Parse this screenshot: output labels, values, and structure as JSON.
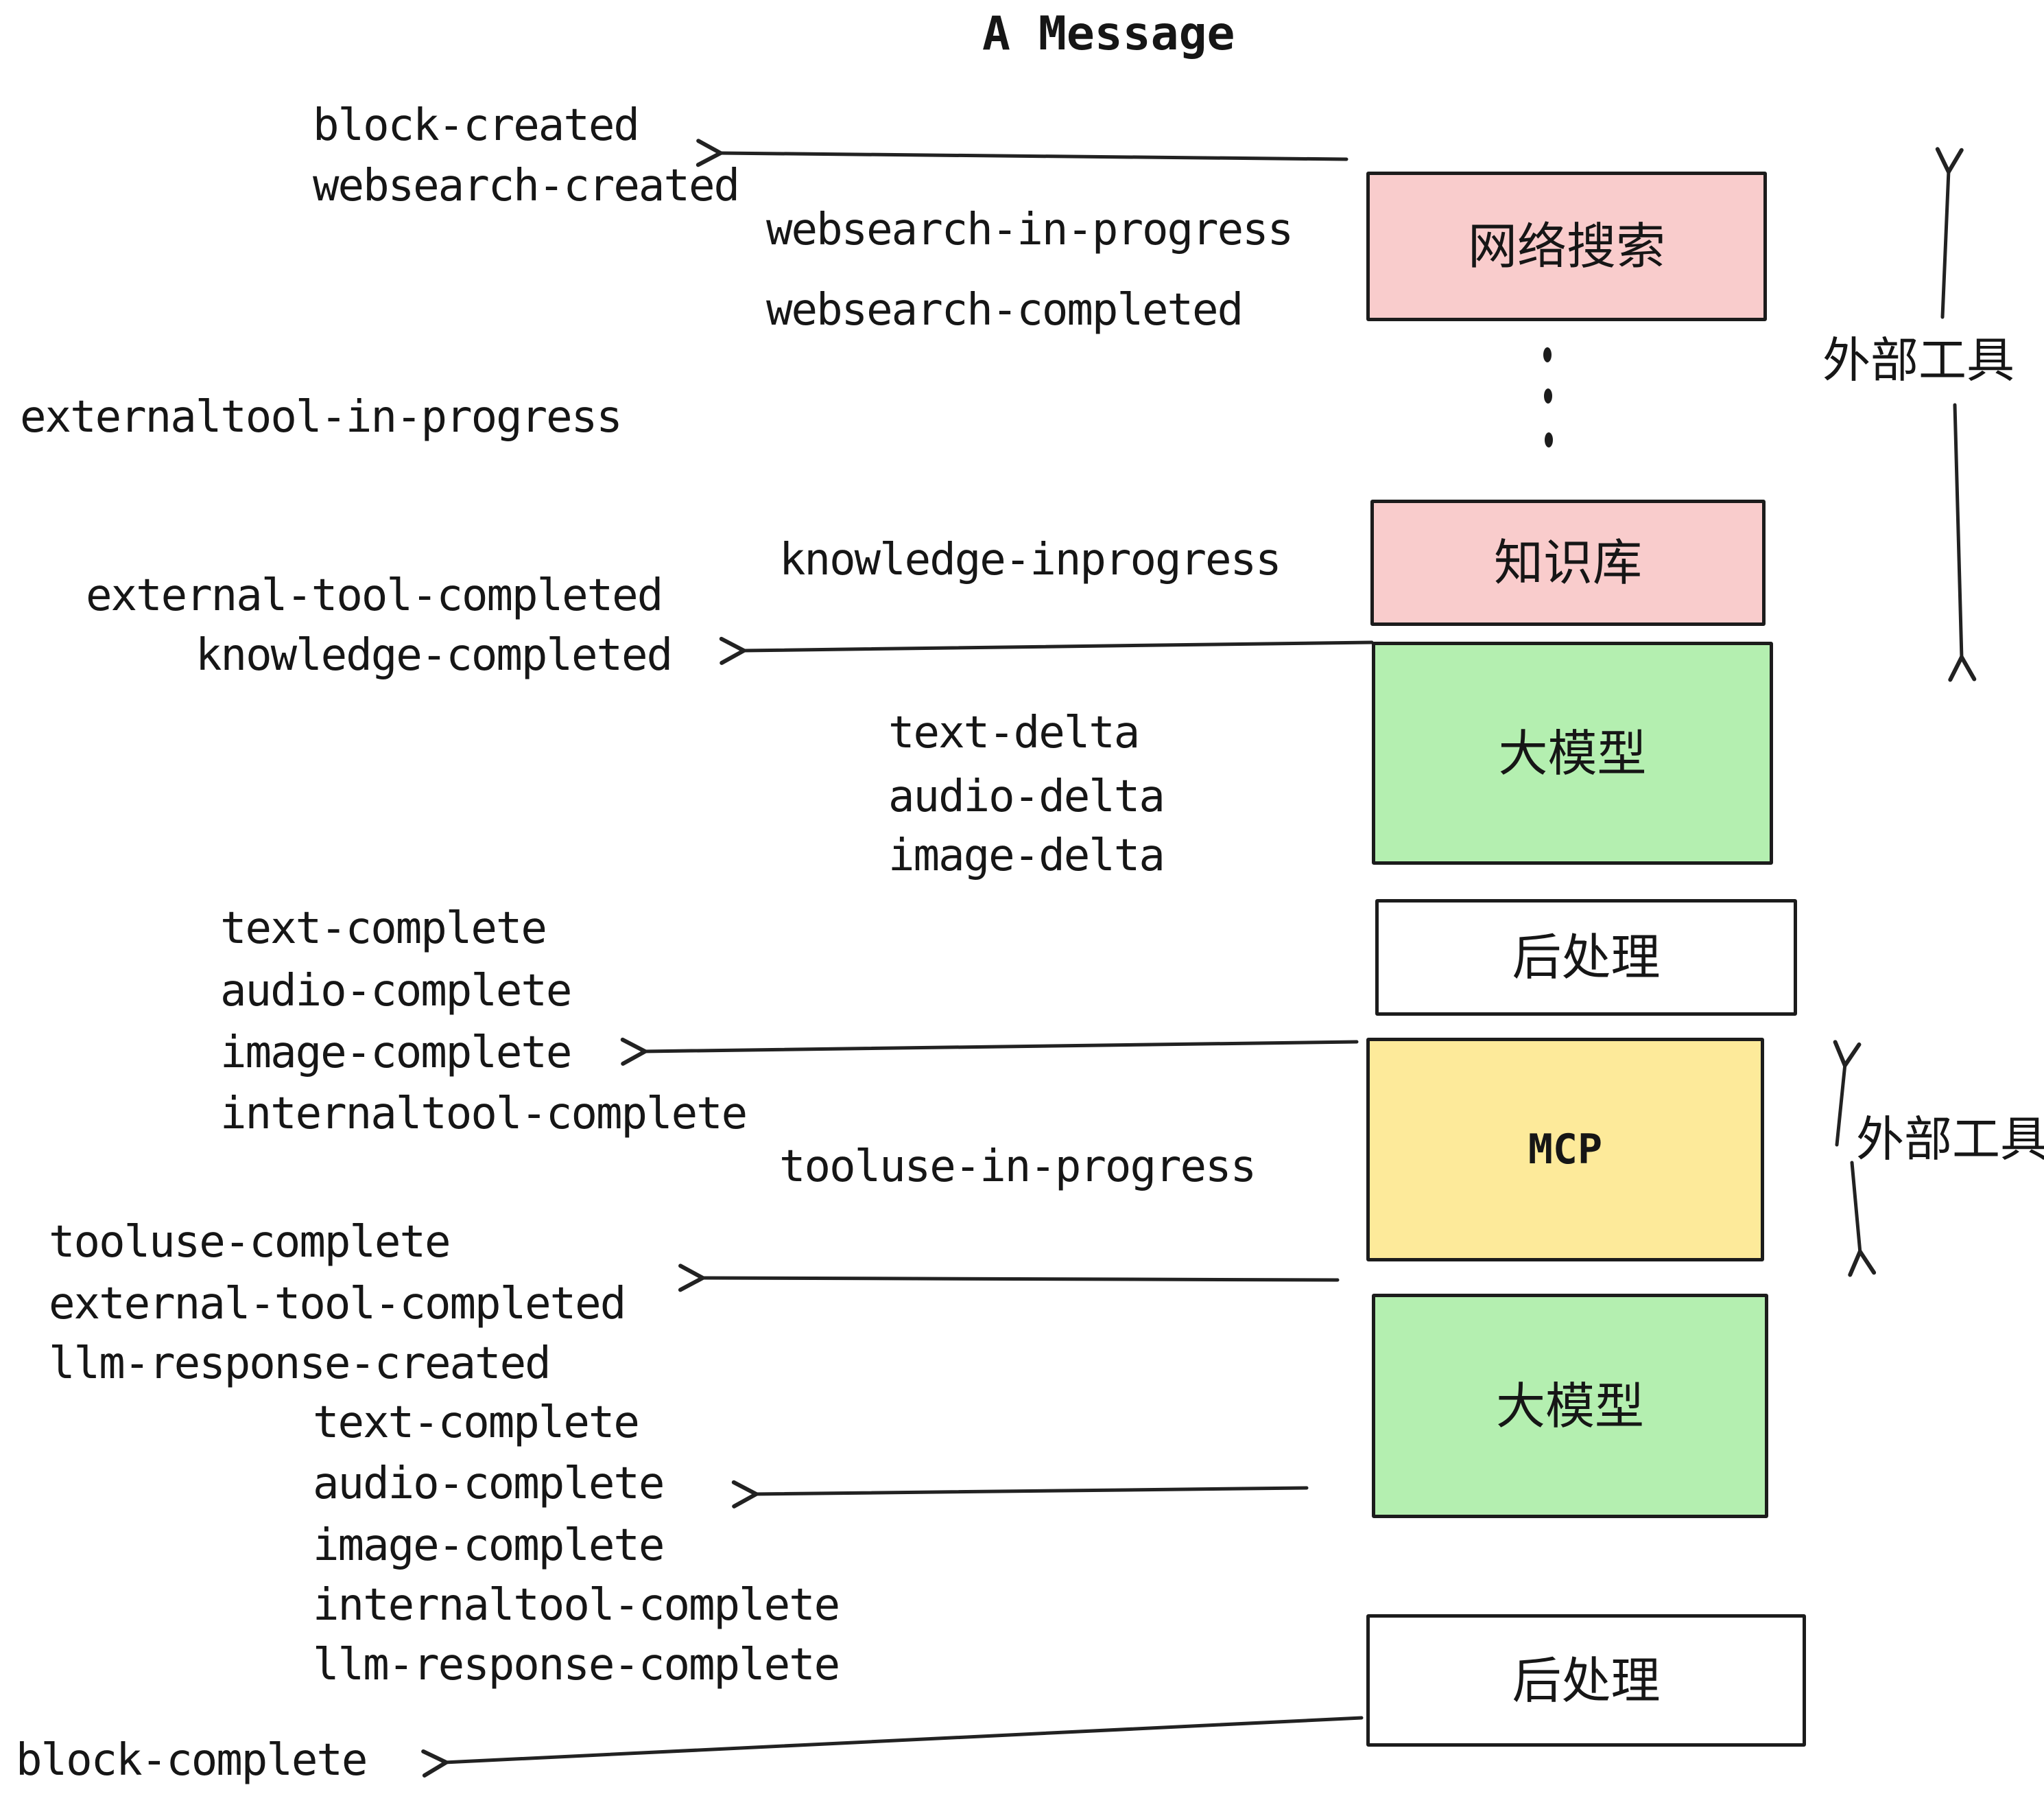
{
  "title": "A Message",
  "events": {
    "block_created": "block-created",
    "websearch_created": "websearch-created",
    "websearch_in_progress": "websearch-in-progress",
    "websearch_completed": "websearch-completed",
    "externaltool_in_progress": "externaltool-in-progress",
    "knowledge_inprogress": "knowledge-inprogress",
    "external_tool_completed_1": "external-tool-completed",
    "knowledge_completed": "knowledge-completed",
    "text_delta_1": "text-delta",
    "audio_delta_1": "audio-delta",
    "image_delta_1": "image-delta",
    "text_complete_1": "text-complete",
    "audio_complete_1": "audio-complete",
    "image_complete_1": "image-complete",
    "internaltool_complete_1": "internaltool-complete",
    "tooluse_in_progress": "tooluse-in-progress",
    "tooluse_complete": "tooluse-complete",
    "external_tool_completed_2": "external-tool-completed",
    "llm_response_created": "llm-response-created",
    "text_complete_2": "text-complete",
    "audio_complete_2": "audio-complete",
    "image_complete_2": "image-complete",
    "internaltool_complete_2": "internaltool-complete",
    "llm_response_complete": "llm-response-complete",
    "block_complete": "block-complete"
  },
  "boxes": {
    "websearch": "网络搜索",
    "knowledge": "知识库",
    "llm1": "大模型",
    "post1": "后处理",
    "mcp": "MCP",
    "llm2": "大模型",
    "post2": "后处理"
  },
  "annotations": {
    "external_tools_1": "外部工具",
    "external_tools_2": "外部工具"
  },
  "colors": {
    "pink": "#f9cccc",
    "green": "#b4efb0",
    "yellow": "#fdea9a",
    "white": "#ffffff",
    "ink": "#1c1c1c"
  }
}
